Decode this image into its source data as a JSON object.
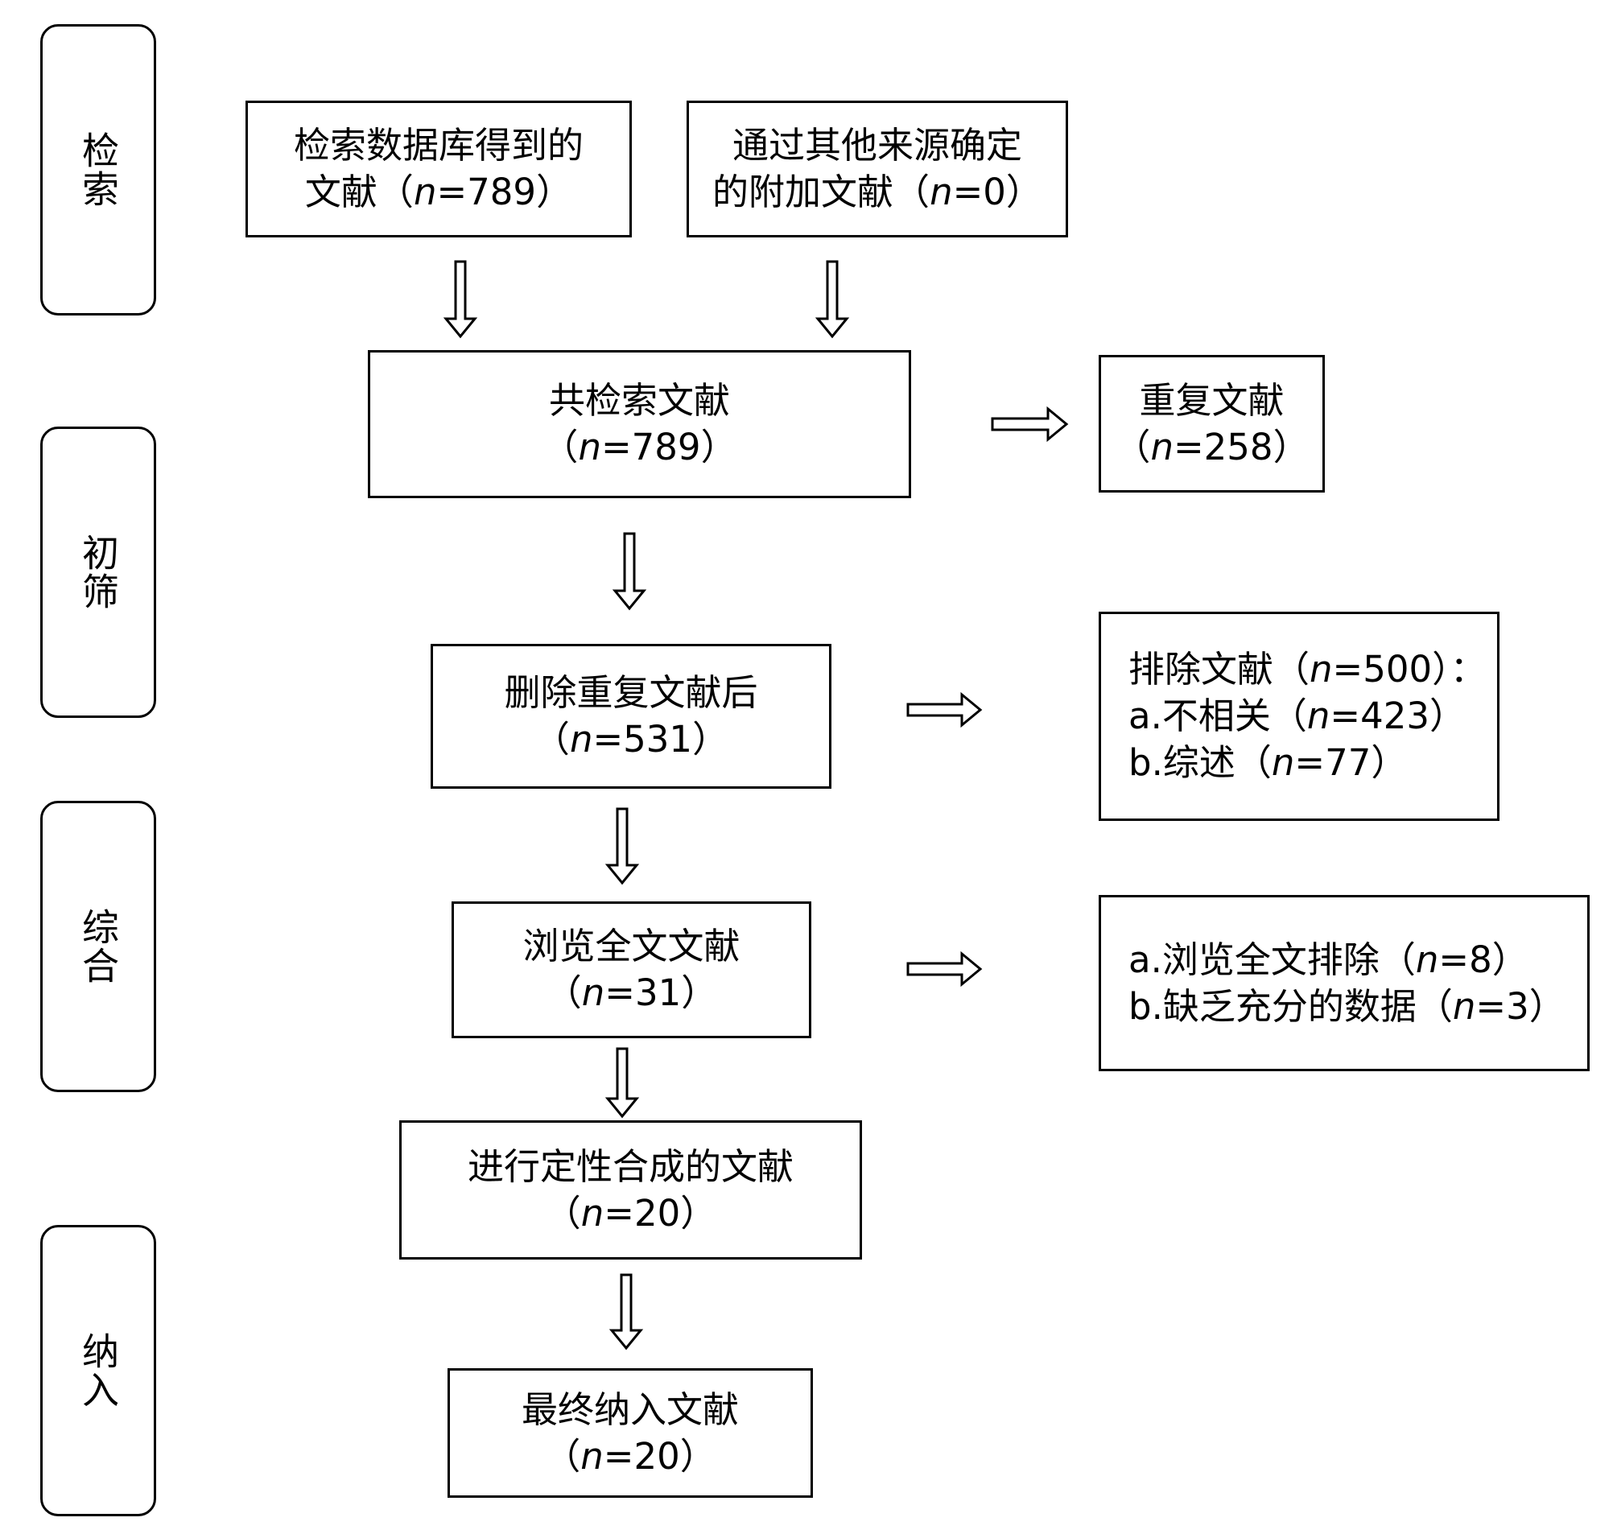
{
  "stages": [
    {
      "id": "search",
      "label": "检索"
    },
    {
      "id": "screen",
      "label": "初筛"
    },
    {
      "id": "synth",
      "label": "综合"
    },
    {
      "id": "include",
      "label": "纳入"
    }
  ],
  "boxes": {
    "db": {
      "line1": "检索数据库得到的",
      "line2_pre": "文献（",
      "n": "n",
      "line2_post": "=789）"
    },
    "other": {
      "line1": "通过其他来源确定",
      "line2_pre": "的附加文献（",
      "n": "n",
      "line2_post": "=0）"
    },
    "total": {
      "line1": "共检索文献",
      "line2_pre": "（",
      "n": "n",
      "line2_post": "=789）"
    },
    "dup": {
      "line1": "重复文献",
      "line2_pre": "（",
      "n": "n",
      "line2_post": "=258）"
    },
    "dedup": {
      "line1": "删除重复文献后",
      "line2_pre": "（",
      "n": "n",
      "line2_post": "=531）"
    },
    "excluded": {
      "line1_pre": "排除文献（",
      "line1_n": "n",
      "line1_post": "=500）：",
      "line2_pre": "a.不相关（",
      "line2_n": "n",
      "line2_post": "=423）",
      "line3_pre": "b.综述（",
      "line3_n": "n",
      "line3_post": "=77）"
    },
    "fulltext": {
      "line1": "浏览全文文献",
      "line2_pre": "（",
      "n": "n",
      "line2_post": "=31）"
    },
    "fulltext_excluded": {
      "line1_pre": "a.浏览全文排除（",
      "line1_n": "n",
      "line1_post": "=8）",
      "line2_pre": "b.缺乏充分的数据（",
      "line2_n": "n",
      "line2_post": "=3）"
    },
    "qualitative": {
      "line1": "进行定性合成的文献",
      "line2_pre": "（",
      "n": "n",
      "line2_post": "=20）"
    },
    "final": {
      "line1": "最终纳入文献",
      "line2_pre": "（",
      "n": "n",
      "line2_post": "=20）"
    }
  }
}
